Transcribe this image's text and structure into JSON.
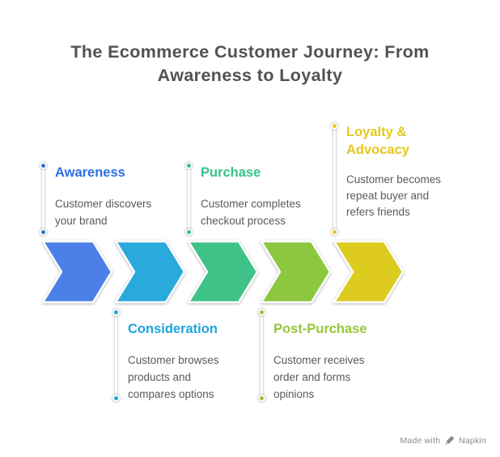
{
  "title": "The Ecommerce Customer Journey: From\nAwareness to Loyalty",
  "title_color": "#525252",
  "background_color": "#ffffff",
  "desc_color": "#5a5a5a",
  "stages": [
    {
      "title": "Awareness",
      "desc": "Customer discovers\nyour brand",
      "color": "#2d6fe3",
      "chevron_color": "#4c80e8",
      "label_position": "top"
    },
    {
      "title": "Consideration",
      "desc": "Customer browses\nproducts and\ncompares options",
      "color": "#1fa5da",
      "chevron_color": "#2aaadc",
      "label_position": "bottom"
    },
    {
      "title": "Purchase",
      "desc": "Customer completes\ncheckout process",
      "color": "#35c289",
      "chevron_color": "#3fc287",
      "label_position": "top"
    },
    {
      "title": "Post-Purchase",
      "desc": "Customer receives\norder and forms\nopinions",
      "color": "#97c53c",
      "chevron_color": "#8dc63f",
      "label_position": "bottom"
    },
    {
      "title": "Loyalty &\nAdvocacy",
      "desc": "Customer becomes\nrepeat buyer and\nrefers friends",
      "color": "#e5c71c",
      "chevron_color": "#ddcb20",
      "label_position": "top"
    }
  ],
  "badge": {
    "made_with": "Made with",
    "brand": "Napkin",
    "color": "#8c8c8c"
  }
}
